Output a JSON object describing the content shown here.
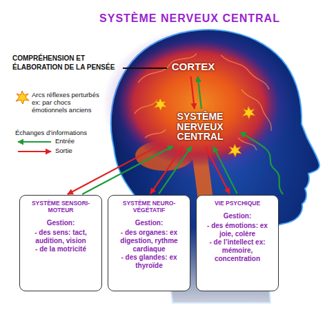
{
  "diagram": {
    "title": "SYSTÈME NERVEUX CENTRAL",
    "nodes": [
      {
        "text": [
          "CORTEX"
        ]
      },
      {
        "text": [
          "SYSTÈME NERVEUX CENTRAL"
        ]
      },
      {
        "text": [
          "SYSTÈME SENSORI-MOTEUR",
          "Gestion:",
          "- des sens: tact, audition, vision",
          "- de la motricité"
        ]
      },
      {
        "text": [
          "SYSTÈME NEURO-VÉGÉTATIF",
          "Gestion:",
          "- des organes: ex digestion, rythme cardiaque",
          "- des glandes: ex thyroïde"
        ]
      },
      {
        "text": [
          "VIE PSYCHIQUE",
          "Gestion:",
          "- des émotions: ex joie, colère",
          "- de l’intellect ex: mémoire, concentration"
        ]
      }
    ],
    "edges": [
      {
        "from": 1,
        "to": 0,
        "arrow": "to"
      },
      {
        "from": 0,
        "to": 1,
        "arrow": "to"
      },
      {
        "from": 2,
        "to": 1,
        "arrow": "to"
      },
      {
        "from": 1,
        "to": 2,
        "arrow": "to"
      },
      {
        "from": 3,
        "to": 1,
        "arrow": "to"
      },
      {
        "from": 1,
        "to": 3,
        "arrow": "to"
      },
      {
        "from": 4,
        "to": 1,
        "arrow": "to"
      },
      {
        "from": 1,
        "to": 4,
        "arrow": "to"
      }
    ],
    "labels": [
      "COMPRÉHENSION ET ÉLABORATION DE LA PENSÉE",
      "Échanges d’informations"
    ],
    "legend": [
      {
        "text": "Arcs réflexes perturbés ex: par chocs émotionnels anciens"
      },
      {
        "text": "Entrée"
      },
      {
        "text": "Sortie"
      }
    ]
  }
}
